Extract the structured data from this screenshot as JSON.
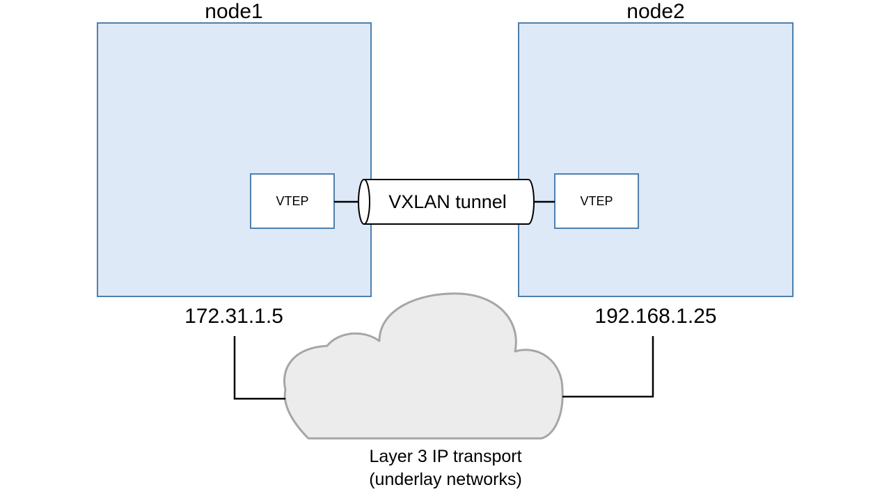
{
  "nodes": [
    {
      "title": "node1",
      "vtep_label": "VTEP",
      "ip": "172.31.1.5"
    },
    {
      "title": "node2",
      "vtep_label": "VTEP",
      "ip": "192.168.1.25"
    }
  ],
  "tunnel": {
    "label": "VXLAN tunnel"
  },
  "underlay": {
    "line1": "Layer 3 IP transport",
    "line2": "(underlay networks)"
  },
  "colors": {
    "node_fill": "#dde9f6",
    "node_stroke": "#4e7fae",
    "vtep_fill": "#ffffff",
    "vtep_stroke": "#4e7fae",
    "cloud_fill": "#ececec",
    "cloud_stroke": "#a6a6a6",
    "line": "#000000"
  }
}
